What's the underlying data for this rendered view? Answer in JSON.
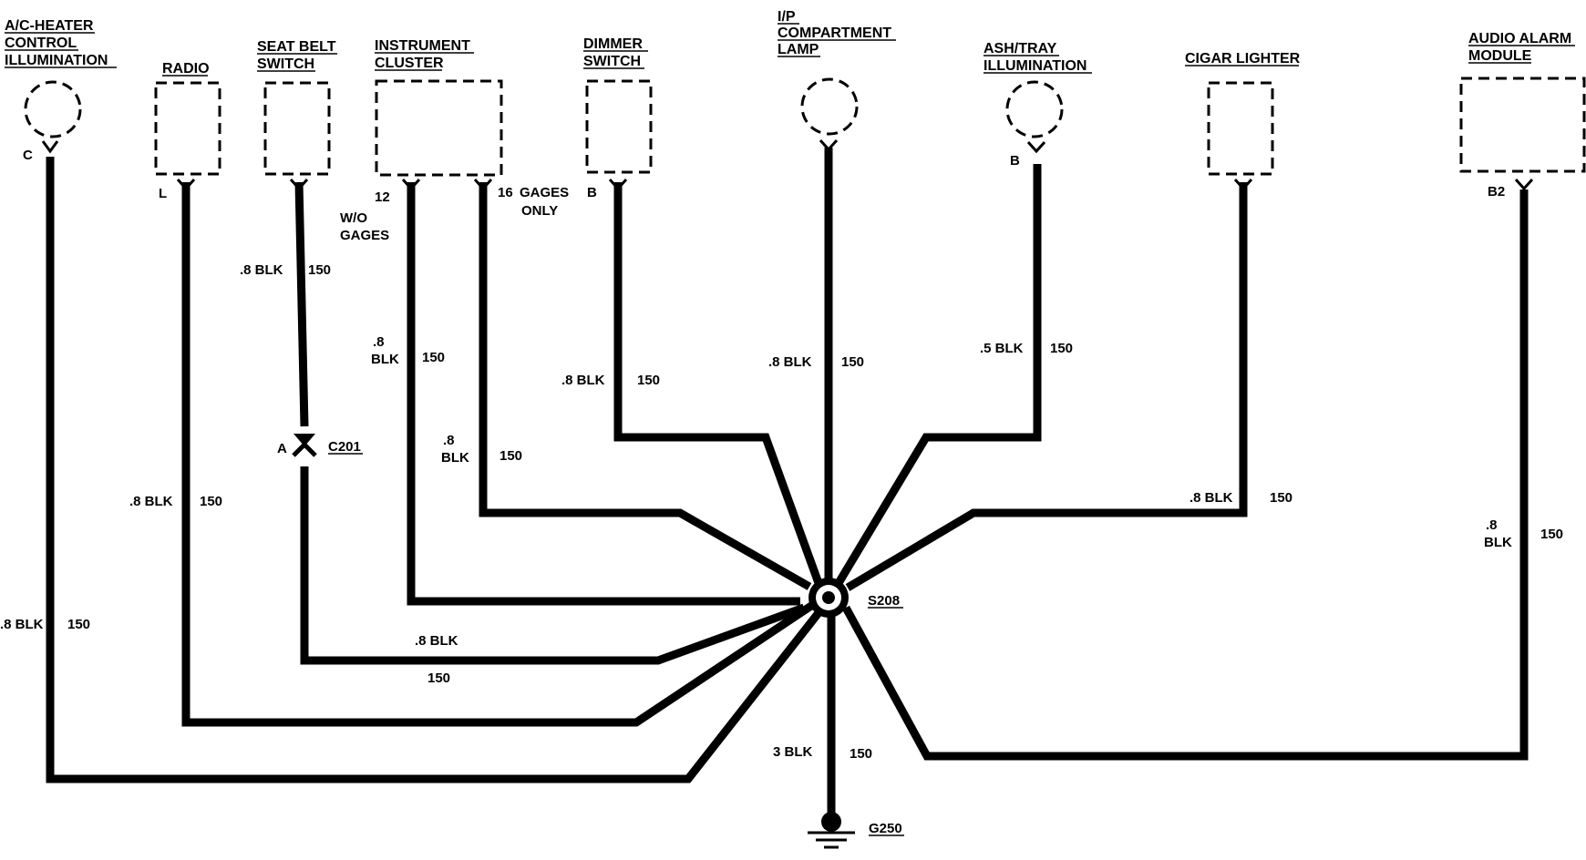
{
  "components": {
    "ac_heater": {
      "title": [
        "A/C-HEATER",
        "CONTROL",
        "ILLUMINATION"
      ],
      "pin": "C"
    },
    "radio": {
      "title": [
        "RADIO"
      ],
      "pin": "L"
    },
    "seat_belt": {
      "title": [
        "SEAT BELT",
        "SWITCH"
      ]
    },
    "instrument_cluster": {
      "title": [
        "INSTRUMENT",
        "CLUSTER"
      ],
      "pin_left": "12",
      "pin_left_note": [
        "W/O",
        "GAGES"
      ],
      "pin_right": "16",
      "pin_right_note": [
        "GAGES",
        "ONLY"
      ]
    },
    "dimmer": {
      "title": [
        "DIMMER",
        "SWITCH"
      ],
      "pin": "B"
    },
    "ip_lamp": {
      "title": [
        "I/P",
        "COMPARTMENT",
        "LAMP"
      ]
    },
    "ashtray": {
      "title": [
        "ASH/TRAY",
        "ILLUMINATION"
      ],
      "pin": "B"
    },
    "cigar": {
      "title": [
        "CIGAR LIGHTER"
      ]
    },
    "audio_alarm": {
      "title": [
        "AUDIO ALARM",
        "MODULE"
      ],
      "pin": "B2"
    }
  },
  "wires": {
    "ac_heater": {
      "size": ".8 BLK",
      "circuit": "150"
    },
    "radio": {
      "size": ".8 BLK",
      "circuit": "150"
    },
    "seat_belt": {
      "size": ".8 BLK",
      "circuit": "150"
    },
    "seat_belt_low": {
      "size": ".8 BLK",
      "circuit": "150"
    },
    "cluster_12": {
      "size": [
        ".8",
        "BLK"
      ],
      "circuit": "150"
    },
    "cluster_16": {
      "size": [
        ".8",
        "BLK"
      ],
      "circuit": "150"
    },
    "dimmer": {
      "size": ".8 BLK",
      "circuit": "150"
    },
    "ip_lamp": {
      "size": ".8 BLK",
      "circuit": "150"
    },
    "ashtray": {
      "size": ".5 BLK",
      "circuit": "150"
    },
    "cigar": {
      "size": ".8 BLK",
      "circuit": "150"
    },
    "audio_alarm": {
      "size": [
        ".8",
        "BLK"
      ],
      "circuit": "150"
    },
    "ground": {
      "size": "3 BLK",
      "circuit": "150"
    }
  },
  "connector": {
    "pin": "A",
    "name": "C201"
  },
  "splice": {
    "name": "S208"
  },
  "ground": {
    "name": "G250"
  }
}
